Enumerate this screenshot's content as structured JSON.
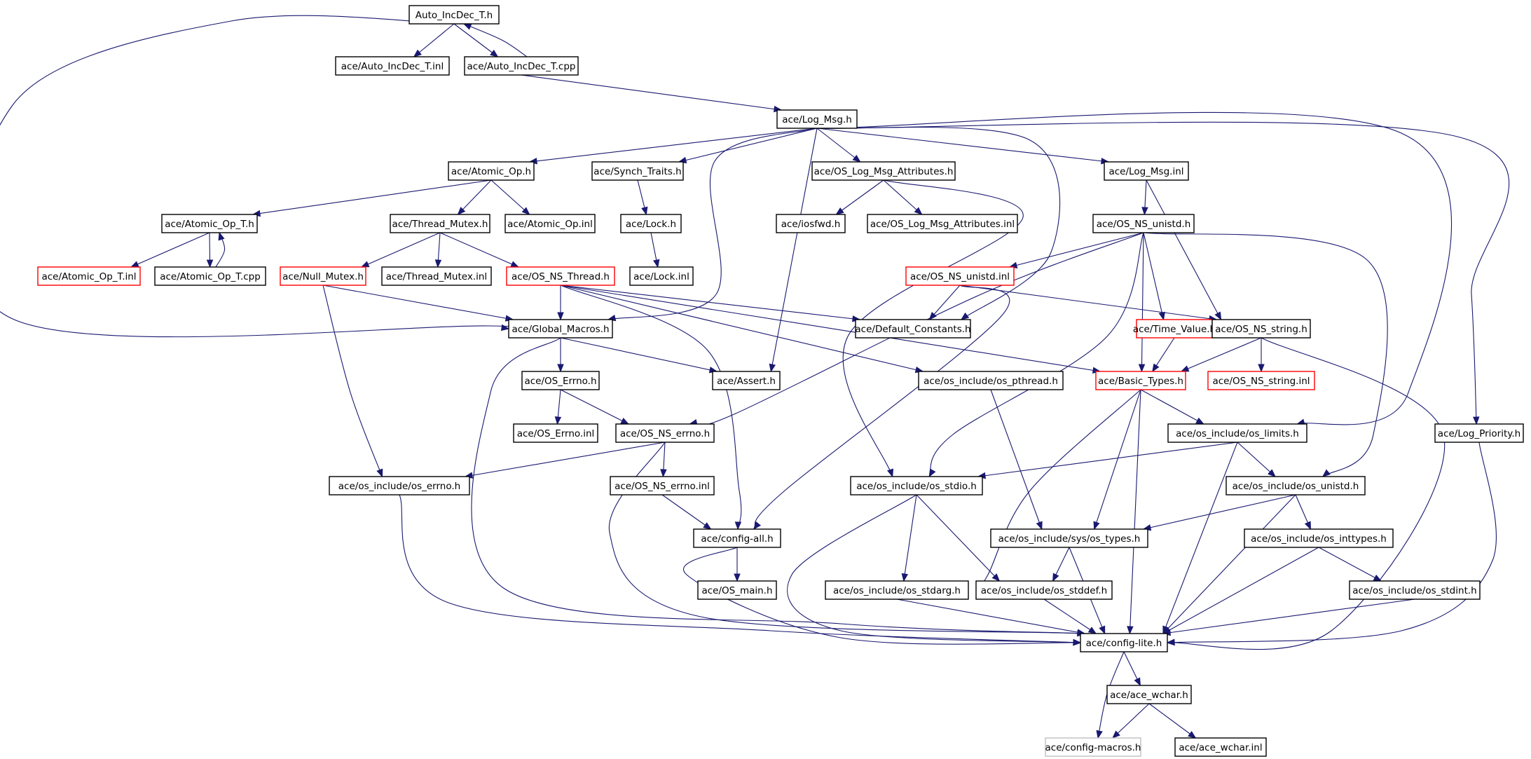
{
  "diagram": {
    "kind": "include dependency graph",
    "colors": {
      "edge": "#191970",
      "node_border_normal": "#000000",
      "node_border_truncated": "#ff0000",
      "node_border_external": "#bfbfbf",
      "root_fill": "#bfbfbf",
      "node_fill": "#ffffff",
      "text": "#000000"
    },
    "nodes": [
      {
        "id": "auto_incdec_h",
        "label": "Auto_IncDec_T.h",
        "style": "root"
      },
      {
        "id": "auto_incdec_inl",
        "label": "ace/Auto_IncDec_T.inl",
        "style": "normal"
      },
      {
        "id": "auto_incdec_cpp",
        "label": "ace/Auto_IncDec_T.cpp",
        "style": "normal"
      },
      {
        "id": "log_msg_h",
        "label": "ace/Log_Msg.h",
        "style": "normal"
      },
      {
        "id": "atomic_op_h",
        "label": "ace/Atomic_Op.h",
        "style": "normal"
      },
      {
        "id": "synch_traits_h",
        "label": "ace/Synch_Traits.h",
        "style": "normal"
      },
      {
        "id": "os_log_msg_attr_h",
        "label": "ace/OS_Log_Msg_Attributes.h",
        "style": "normal"
      },
      {
        "id": "log_msg_inl",
        "label": "ace/Log_Msg.inl",
        "style": "normal"
      },
      {
        "id": "atomic_op_t_h",
        "label": "ace/Atomic_Op_T.h",
        "style": "normal"
      },
      {
        "id": "thread_mutex_h",
        "label": "ace/Thread_Mutex.h",
        "style": "normal"
      },
      {
        "id": "atomic_op_inl",
        "label": "ace/Atomic_Op.inl",
        "style": "normal"
      },
      {
        "id": "lock_h",
        "label": "ace/Lock.h",
        "style": "normal"
      },
      {
        "id": "iosfwd_h",
        "label": "ace/iosfwd.h",
        "style": "normal"
      },
      {
        "id": "os_log_msg_attr_inl",
        "label": "ace/OS_Log_Msg_Attributes.inl",
        "style": "normal"
      },
      {
        "id": "os_ns_unistd_h",
        "label": "ace/OS_NS_unistd.h",
        "style": "normal"
      },
      {
        "id": "atomic_op_t_inl",
        "label": "ace/Atomic_Op_T.inl",
        "style": "truncated"
      },
      {
        "id": "atomic_op_t_cpp",
        "label": "ace/Atomic_Op_T.cpp",
        "style": "normal"
      },
      {
        "id": "null_mutex_h",
        "label": "ace/Null_Mutex.h",
        "style": "truncated"
      },
      {
        "id": "thread_mutex_inl",
        "label": "ace/Thread_Mutex.inl",
        "style": "normal"
      },
      {
        "id": "os_ns_thread_h",
        "label": "ace/OS_NS_Thread.h",
        "style": "truncated"
      },
      {
        "id": "lock_inl",
        "label": "ace/Lock.inl",
        "style": "normal"
      },
      {
        "id": "os_ns_unistd_inl",
        "label": "ace/OS_NS_unistd.inl",
        "style": "truncated"
      },
      {
        "id": "global_macros_h",
        "label": "ace/Global_Macros.h",
        "style": "normal"
      },
      {
        "id": "default_constants_h",
        "label": "ace/Default_Constants.h",
        "style": "normal"
      },
      {
        "id": "time_value_h",
        "label": "ace/Time_Value.h",
        "style": "truncated"
      },
      {
        "id": "os_ns_string_h",
        "label": "ace/OS_NS_string.h",
        "style": "normal"
      },
      {
        "id": "os_errno_h",
        "label": "ace/OS_Errno.h",
        "style": "normal"
      },
      {
        "id": "assert_h",
        "label": "ace/Assert.h",
        "style": "normal"
      },
      {
        "id": "os_pthread_h",
        "label": "ace/os_include/os_pthread.h",
        "style": "normal"
      },
      {
        "id": "basic_types_h",
        "label": "ace/Basic_Types.h",
        "style": "truncated"
      },
      {
        "id": "os_ns_string_inl",
        "label": "ace/OS_NS_string.inl",
        "style": "truncated"
      },
      {
        "id": "os_errno_inl",
        "label": "ace/OS_Errno.inl",
        "style": "normal"
      },
      {
        "id": "os_ns_errno_h",
        "label": "ace/OS_NS_errno.h",
        "style": "normal"
      },
      {
        "id": "os_limits_h",
        "label": "ace/os_include/os_limits.h",
        "style": "normal"
      },
      {
        "id": "log_priority_h",
        "label": "ace/Log_Priority.h",
        "style": "normal"
      },
      {
        "id": "os_include_errno_h",
        "label": "ace/os_include/os_errno.h",
        "style": "normal"
      },
      {
        "id": "os_ns_errno_inl",
        "label": "ace/OS_NS_errno.inl",
        "style": "normal"
      },
      {
        "id": "os_stdio_h",
        "label": "ace/os_include/os_stdio.h",
        "style": "normal"
      },
      {
        "id": "os_unistd_h",
        "label": "ace/os_include/os_unistd.h",
        "style": "normal"
      },
      {
        "id": "config_all_h",
        "label": "ace/config-all.h",
        "style": "normal"
      },
      {
        "id": "os_types_h",
        "label": "ace/os_include/sys/os_types.h",
        "style": "normal"
      },
      {
        "id": "os_inttypes_h",
        "label": "ace/os_include/os_inttypes.h",
        "style": "normal"
      },
      {
        "id": "os_main_h",
        "label": "ace/OS_main.h",
        "style": "normal"
      },
      {
        "id": "os_stdarg_h",
        "label": "ace/os_include/os_stdarg.h",
        "style": "normal"
      },
      {
        "id": "os_stddef_h",
        "label": "ace/os_include/os_stddef.h",
        "style": "normal"
      },
      {
        "id": "os_stdint_h",
        "label": "ace/os_include/os_stdint.h",
        "style": "normal"
      },
      {
        "id": "config_lite_h",
        "label": "ace/config-lite.h",
        "style": "normal"
      },
      {
        "id": "ace_wchar_h",
        "label": "ace/ace_wchar.h",
        "style": "normal"
      },
      {
        "id": "config_macros_h",
        "label": "ace/config-macros.h",
        "style": "external"
      },
      {
        "id": "ace_wchar_inl",
        "label": "ace/ace_wchar.inl",
        "style": "normal"
      }
    ],
    "edges": [
      [
        "auto_incdec_h",
        "auto_incdec_inl"
      ],
      [
        "auto_incdec_h",
        "auto_incdec_cpp"
      ],
      [
        "auto_incdec_cpp",
        "auto_incdec_h"
      ],
      [
        "auto_incdec_h",
        "global_macros_h"
      ],
      [
        "auto_incdec_cpp",
        "log_msg_h"
      ],
      [
        "log_msg_h",
        "atomic_op_h"
      ],
      [
        "log_msg_h",
        "synch_traits_h"
      ],
      [
        "log_msg_h",
        "os_log_msg_attr_h"
      ],
      [
        "log_msg_h",
        "log_msg_inl"
      ],
      [
        "log_msg_h",
        "global_macros_h"
      ],
      [
        "log_msg_h",
        "assert_h"
      ],
      [
        "log_msg_h",
        "default_constants_h"
      ],
      [
        "log_msg_h",
        "os_limits_h"
      ],
      [
        "log_msg_h",
        "log_priority_h"
      ],
      [
        "atomic_op_h",
        "atomic_op_t_h"
      ],
      [
        "atomic_op_h",
        "thread_mutex_h"
      ],
      [
        "atomic_op_h",
        "atomic_op_inl"
      ],
      [
        "atomic_op_t_h",
        "atomic_op_t_inl"
      ],
      [
        "atomic_op_t_h",
        "atomic_op_t_cpp"
      ],
      [
        "atomic_op_t_cpp",
        "atomic_op_t_h"
      ],
      [
        "thread_mutex_h",
        "null_mutex_h"
      ],
      [
        "thread_mutex_h",
        "thread_mutex_inl"
      ],
      [
        "thread_mutex_h",
        "os_ns_thread_h"
      ],
      [
        "null_mutex_h",
        "global_macros_h"
      ],
      [
        "null_mutex_h",
        "os_include_errno_h"
      ],
      [
        "os_ns_thread_h",
        "global_macros_h"
      ],
      [
        "os_ns_thread_h",
        "default_constants_h"
      ],
      [
        "os_ns_thread_h",
        "os_pthread_h"
      ],
      [
        "os_ns_thread_h",
        "basic_types_h"
      ],
      [
        "os_ns_thread_h",
        "config_all_h"
      ],
      [
        "synch_traits_h",
        "lock_h"
      ],
      [
        "lock_h",
        "lock_inl"
      ],
      [
        "os_log_msg_attr_h",
        "iosfwd_h"
      ],
      [
        "os_log_msg_attr_h",
        "os_log_msg_attr_inl"
      ],
      [
        "os_log_msg_attr_h",
        "os_stdio_h"
      ],
      [
        "log_msg_inl",
        "os_ns_unistd_h"
      ],
      [
        "log_msg_inl",
        "os_ns_string_h"
      ],
      [
        "os_ns_unistd_h",
        "os_ns_unistd_inl"
      ],
      [
        "os_ns_unistd_h",
        "time_value_h"
      ],
      [
        "os_ns_unistd_h",
        "basic_types_h"
      ],
      [
        "os_ns_unistd_h",
        "os_ns_errno_h"
      ],
      [
        "os_ns_unistd_h",
        "os_stdio_h"
      ],
      [
        "os_ns_unistd_h",
        "os_unistd_h"
      ],
      [
        "os_ns_unistd_inl",
        "default_constants_h"
      ],
      [
        "os_ns_unistd_inl",
        "os_ns_string_h"
      ],
      [
        "os_ns_unistd_inl",
        "config_all_h"
      ],
      [
        "time_value_h",
        "basic_types_h"
      ],
      [
        "os_ns_string_h",
        "basic_types_h"
      ],
      [
        "os_ns_string_h",
        "os_ns_string_inl"
      ],
      [
        "os_ns_string_h",
        "config_lite_h"
      ],
      [
        "global_macros_h",
        "os_errno_h"
      ],
      [
        "global_macros_h",
        "assert_h"
      ],
      [
        "global_macros_h",
        "config_lite_h"
      ],
      [
        "os_errno_h",
        "os_errno_inl"
      ],
      [
        "os_errno_h",
        "os_ns_errno_h"
      ],
      [
        "os_ns_errno_h",
        "os_include_errno_h"
      ],
      [
        "os_ns_errno_h",
        "os_ns_errno_inl"
      ],
      [
        "os_ns_errno_h",
        "config_lite_h"
      ],
      [
        "os_ns_errno_inl",
        "config_all_h"
      ],
      [
        "os_pthread_h",
        "os_types_h"
      ],
      [
        "basic_types_h",
        "os_limits_h"
      ],
      [
        "basic_types_h",
        "os_types_h"
      ],
      [
        "basic_types_h",
        "os_stddef_h"
      ],
      [
        "basic_types_h",
        "config_lite_h"
      ],
      [
        "os_limits_h",
        "os_stdio_h"
      ],
      [
        "os_limits_h",
        "os_unistd_h"
      ],
      [
        "os_limits_h",
        "config_lite_h"
      ],
      [
        "os_unistd_h",
        "os_types_h"
      ],
      [
        "os_unistd_h",
        "os_inttypes_h"
      ],
      [
        "os_unistd_h",
        "config_lite_h"
      ],
      [
        "os_inttypes_h",
        "os_stdint_h"
      ],
      [
        "os_inttypes_h",
        "config_lite_h"
      ],
      [
        "os_stdint_h",
        "config_lite_h"
      ],
      [
        "os_stdio_h",
        "os_stdarg_h"
      ],
      [
        "os_stdio_h",
        "os_stddef_h"
      ],
      [
        "os_stdio_h",
        "config_lite_h"
      ],
      [
        "os_types_h",
        "os_stddef_h"
      ],
      [
        "os_types_h",
        "config_lite_h"
      ],
      [
        "os_stddef_h",
        "config_lite_h"
      ],
      [
        "os_stdarg_h",
        "config_lite_h"
      ],
      [
        "os_include_errno_h",
        "config_lite_h"
      ],
      [
        "config_all_h",
        "os_main_h"
      ],
      [
        "config_all_h",
        "config_lite_h"
      ],
      [
        "log_priority_h",
        "config_lite_h"
      ],
      [
        "config_lite_h",
        "ace_wchar_h"
      ],
      [
        "config_lite_h",
        "config_macros_h"
      ],
      [
        "ace_wchar_h",
        "config_macros_h"
      ],
      [
        "ace_wchar_h",
        "ace_wchar_inl"
      ]
    ]
  }
}
